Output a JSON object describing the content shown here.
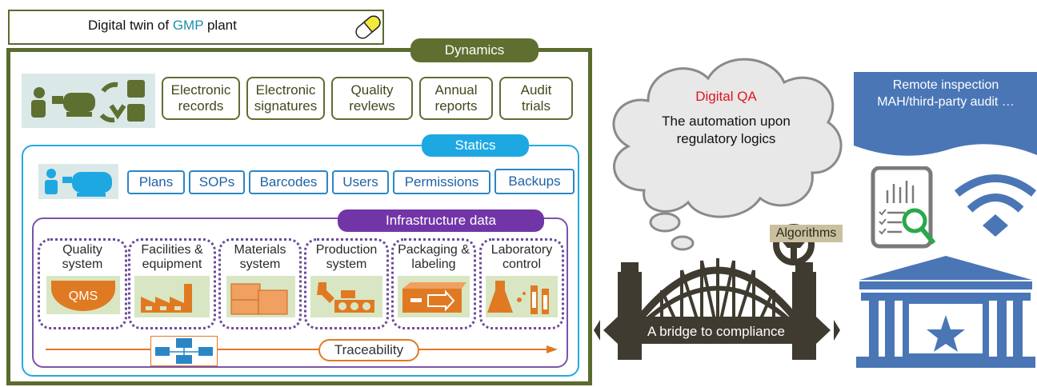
{
  "title": {
    "prefix": "Digital twin of ",
    "highlight": "GMP",
    "suffix": " plant"
  },
  "dynamics": {
    "label": "Dynamics",
    "items": [
      "Electronic\nrecords",
      "Electronic\nsignatures",
      "Quality\nrevlews",
      "Annual\nreports",
      "Audit\ntrials"
    ]
  },
  "statics": {
    "label": "Statics",
    "items": [
      "Plans",
      "SOPs",
      "Barcodes",
      "Users",
      "Permissions",
      "Backups"
    ]
  },
  "infrastructure": {
    "label": "Infrastructure data",
    "systems": [
      {
        "label": "Quality\nsystem",
        "badge": "QMS",
        "icon": "qms-icon"
      },
      {
        "label": "Facilities &\nequipment",
        "icon": "factory-icon"
      },
      {
        "label": "Materials\nsystem",
        "icon": "boxes-icon"
      },
      {
        "label": "Production\nsystem",
        "icon": "gears-icon"
      },
      {
        "label": "Packaging &\nlabeling",
        "icon": "package-icon"
      },
      {
        "label": "Laboratory\ncontrol",
        "icon": "flask-icon"
      }
    ],
    "traceability": "Traceability"
  },
  "cloud": {
    "title": "Digital QA",
    "subtitle": "The automation upon\nregulatory logics"
  },
  "algorithms": "Algorithms",
  "bridge": "A bridge to compliance",
  "remote": {
    "text": "Remote inspection\nMAH/third-party audit …"
  },
  "colors": {
    "olive": "#5f6f30",
    "blue": "#1ea8e2",
    "purple": "#7235a8",
    "orange": "#e07a22",
    "red": "#e0141e",
    "steel": "#4a76b6",
    "bridge": "#3f3b31"
  }
}
